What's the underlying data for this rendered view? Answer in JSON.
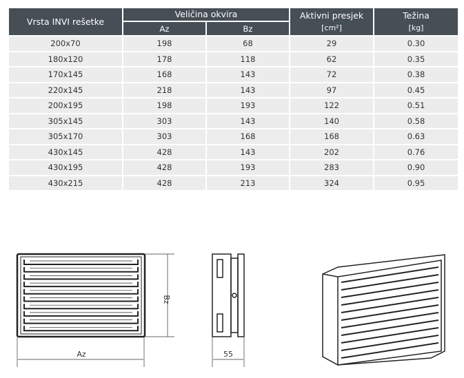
{
  "header": {
    "type": "Vrsta INVI rešetke",
    "frame": "Veličina okvira",
    "az": "Az",
    "bz": "Bz",
    "active": "Aktivni presjek",
    "active_unit": "[cm²]",
    "weight": "Težina",
    "weight_unit": "[kg]"
  },
  "rows": [
    [
      "200x70",
      "198",
      "68",
      "29",
      "0.30"
    ],
    [
      "180x120",
      "178",
      "118",
      "62",
      "0.35"
    ],
    [
      "170x145",
      "168",
      "143",
      "72",
      "0.38"
    ],
    [
      "220x145",
      "218",
      "143",
      "97",
      "0.45"
    ],
    [
      "200x195",
      "198",
      "193",
      "122",
      "0.51"
    ],
    [
      "305x145",
      "303",
      "143",
      "140",
      "0.58"
    ],
    [
      "305x170",
      "303",
      "168",
      "168",
      "0.63"
    ],
    [
      "430x145",
      "428",
      "143",
      "202",
      "0.76"
    ],
    [
      "430x195",
      "428",
      "193",
      "283",
      "0.90"
    ],
    [
      "430x215",
      "428",
      "213",
      "324",
      "0.95"
    ]
  ],
  "drawing": {
    "az": "Az",
    "bz": "Bz",
    "depth": "55"
  }
}
